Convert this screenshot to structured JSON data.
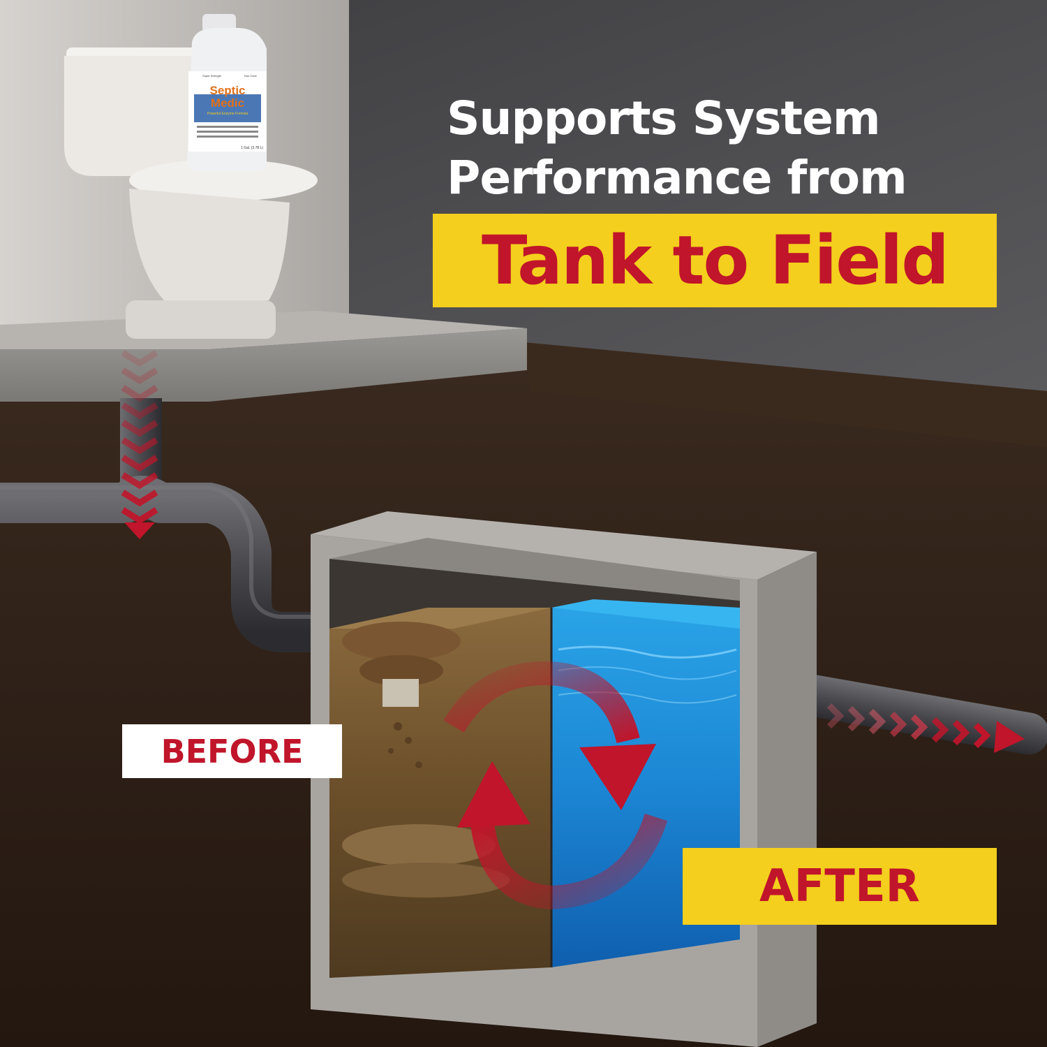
{
  "product": {
    "brand_line1": "Septic",
    "brand_line2": "Medic",
    "tagline": "Powerful Enzyme Formula",
    "corner_left": "Super Strength",
    "corner_right": "Non-Toxic",
    "size": "1 Gal. (3.78 L)"
  },
  "headline": {
    "line1": "Supports System",
    "line2": "Performance from",
    "highlight": "Tank to Field"
  },
  "labels": {
    "before": "BEFORE",
    "after": "AFTER"
  },
  "colors": {
    "accent_red": "#c0152a",
    "highlight_yellow": "#f4cf1d",
    "wall": "#4a4a4c",
    "soil": "#2e1f17"
  }
}
